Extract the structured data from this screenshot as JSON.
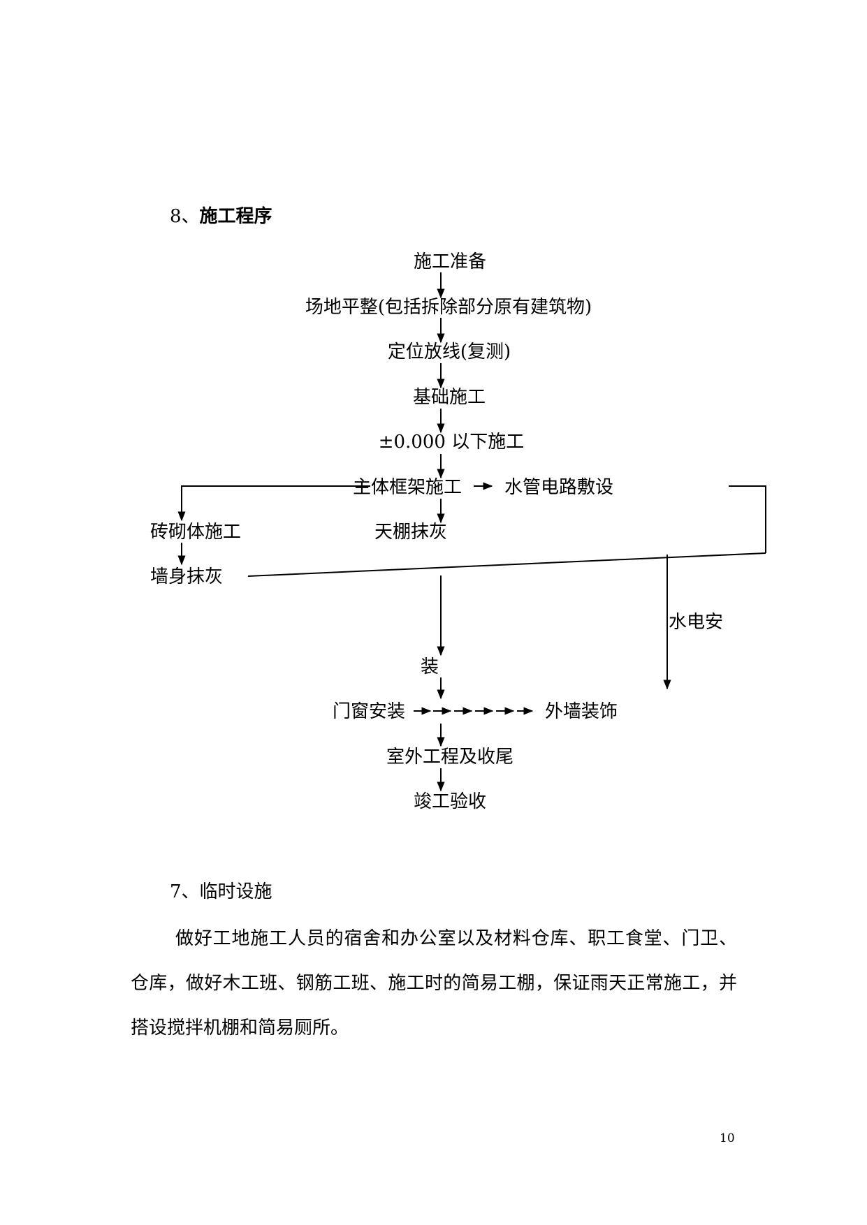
{
  "section8": {
    "number": "8、",
    "title": "施工程序"
  },
  "flow": {
    "prep": "施工准备",
    "site": "场地平整(包括拆除部分原有建筑物)",
    "layout": "定位放线(复测)",
    "foundation": "基础施工",
    "below_zero": "±0.000 以下施工",
    "frame": "主体框架施工",
    "pipes": "水管电路敷设",
    "masonry": "砖砌体施工",
    "ceiling": "天棚抹灰",
    "wall_plaster": "墙身抹灰",
    "water_elec": "水电安",
    "install_char": "装",
    "doors": "门窗安装",
    "exterior_deco": "外墙装饰",
    "outdoor": "室外工程及收尾",
    "acceptance": "竣工验收"
  },
  "section7": {
    "heading": "7、临时设施",
    "body": "做好工地施工人员的宿舍和办公室以及材料仓库、职工食堂、门卫、仓库，做好木工班、钢筋工班、施工时的简易工棚，保证雨天正常施工，并搭设搅拌机棚和简易厕所。"
  },
  "page_number": "10"
}
